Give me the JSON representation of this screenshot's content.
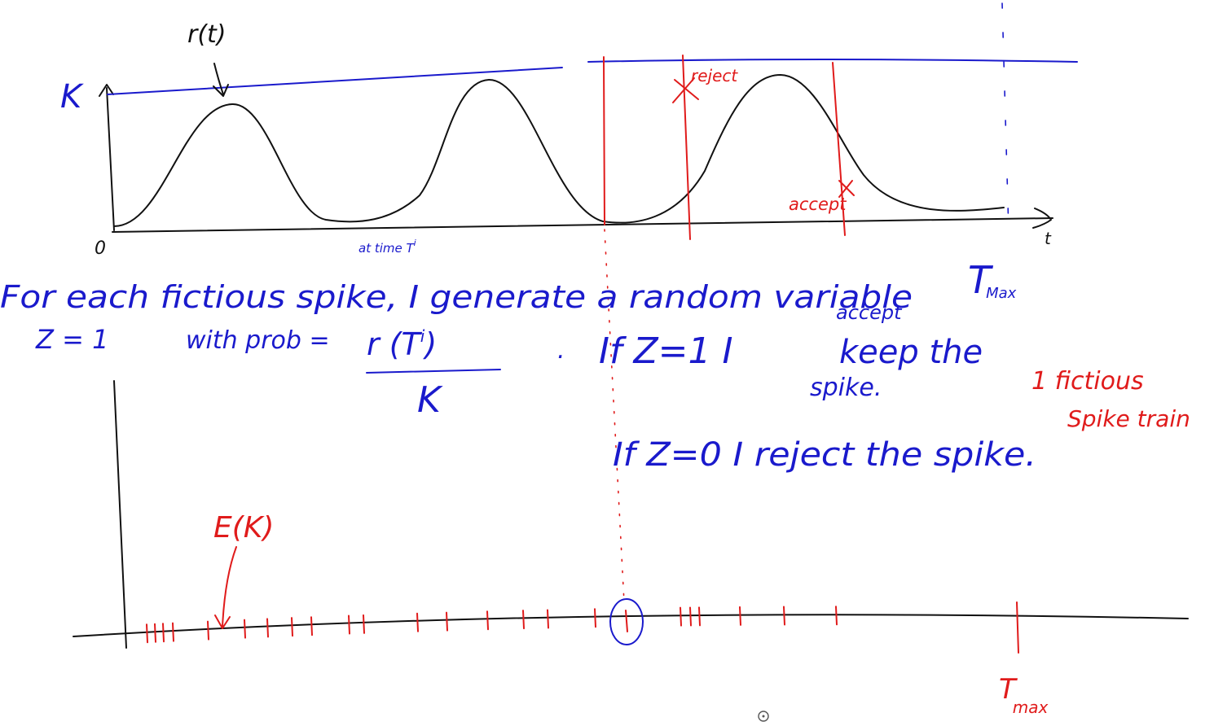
{
  "top_plot": {
    "rate_label": "r(t)",
    "bound_label": "K",
    "origin_label": "0",
    "time_axis_label": "t",
    "time_mark_label": "at time T",
    "time_mark_superscript": "i",
    "reject_label": "reject",
    "accept_label": "accept",
    "tmax_label": "T",
    "tmax_subscript": "Max"
  },
  "explanation": {
    "line1": "For each fictious spike, I generate a random variable",
    "z_def": "Z = 1",
    "with_prob": "with prob =",
    "fraction_numerator": "r (T",
    "fraction_numerator_sup": "i",
    "fraction_numerator_close": ")",
    "fraction_denominator": "K",
    "period": ".",
    "rule_keep_a": "If Z=1 I",
    "rule_keep_b": "keep the",
    "rule_keep_c": "spike.",
    "rule_keep_above": "accept",
    "rule_reject": "If Z=0 I reject the spike."
  },
  "side_note": {
    "line1": "1 fictious",
    "line2": "Spike train"
  },
  "bottom_plot": {
    "process_label": "E(K)",
    "tmax_label": "T",
    "tmax_subscript": "max"
  },
  "colors": {
    "ink_black": "#111111",
    "ink_blue": "#1a1acc",
    "ink_red": "#e01b1b"
  }
}
